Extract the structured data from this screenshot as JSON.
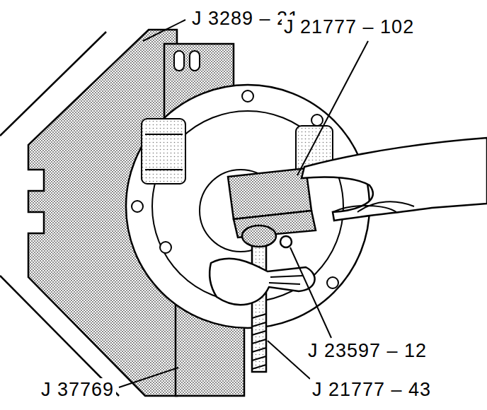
{
  "diagram": {
    "labels": [
      "J 3289 – 21",
      "J 21777 – 102",
      "J 23597 – 12",
      "J 37769",
      "J 21777 – 43"
    ]
  }
}
